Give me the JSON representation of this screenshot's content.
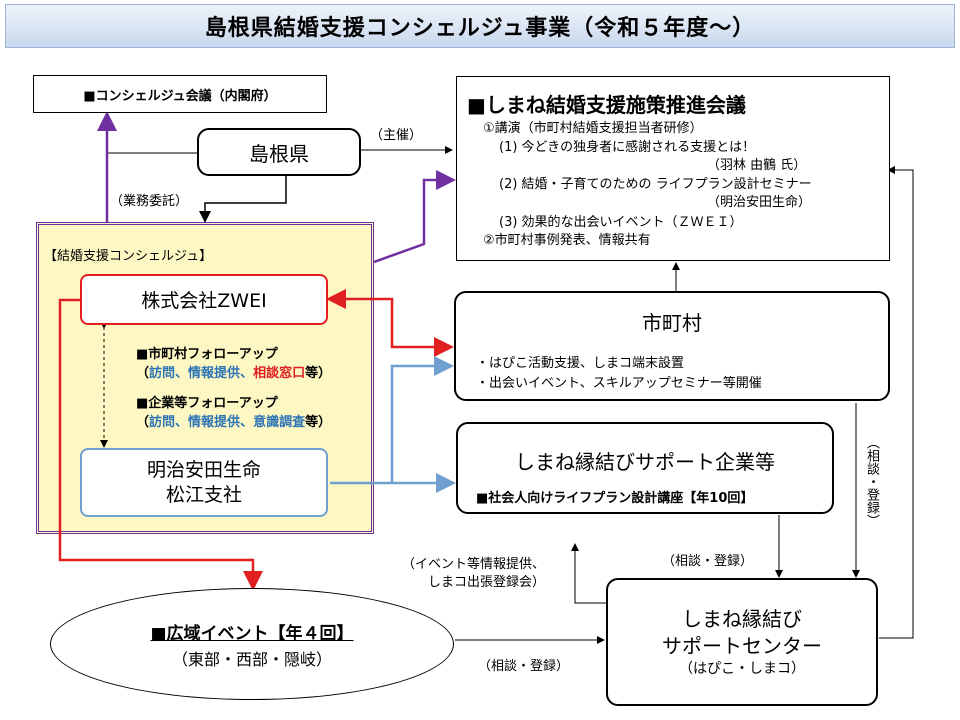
{
  "title": "島根県結婚支援コンシェルジュ事業（令和５年度～）",
  "cabinet_meeting": "■コンシェルジュ会議（内閣府）",
  "shimane_pref": "島根県",
  "label_sponsor": "（主催）",
  "label_outsourcing": "（業務委託）",
  "concierge_group_label": "【結婚支援コンシェルジュ】",
  "zwei": "株式会社ZWEI",
  "meiji": {
    "line1": "明治安田生命",
    "line2": "松江支社"
  },
  "followup_municipal": {
    "heading": "■市町村フォローアップ",
    "open": "（",
    "item1": "訪問",
    "sep1": "、",
    "item2": "情報提供",
    "sep2": "、",
    "item3": "相談窓口",
    "close": "等）"
  },
  "followup_company": {
    "heading": "■企業等フォローアップ",
    "open": "（",
    "item1": "訪問",
    "sep1": "、",
    "item2": "情報提供",
    "sep2": "、",
    "item3": "意識調査",
    "close": "等）"
  },
  "promotion_meeting": {
    "heading": "■しまね結婚支援施策推進会議",
    "lines": [
      "①講演（市町村結婚支援担当者研修）",
      "(1) 今どきの独身者に感謝される支援とは！",
      "（羽林 由鶴 氏）",
      "(2) 結婚・子育てのための ライフプラン設計セミナー",
      "（明治安田生命）",
      "(3) 効果的な出会いイベント（ＺＷＥＩ）",
      "②市町村事例発表、情報共有"
    ]
  },
  "municipality": {
    "name": "市町村",
    "bullet1": "・はぴこ活動支援、しまコ端末設置",
    "bullet2": "・出会いイベント、スキルアップセミナー等開催"
  },
  "support_companies": {
    "name": "しまね縁結びサポート企業等",
    "course": "■社会人向けライフプラン設計講座【年10回】"
  },
  "support_center": {
    "line1": "しまね縁結び",
    "line2": "サポートセンター",
    "line3": "（はぴこ・しまコ）"
  },
  "regional_event": {
    "heading": "■広域イベント【年４回】",
    "areas": "（東部・西部・隠岐）"
  },
  "label_event_info": {
    "line1": "（イベント等情報提供、",
    "line2": "しまコ出張登録会）"
  },
  "label_consult_center": "（相談・登録）",
  "label_consult_bottom": "（相談・登録）",
  "label_consult_vertical": "（相談・登録）",
  "colors": {
    "red": "#e02020",
    "blue": "#6fa0cf",
    "purple": "#7030a0",
    "yellow_bg": "#fdf7c4"
  }
}
